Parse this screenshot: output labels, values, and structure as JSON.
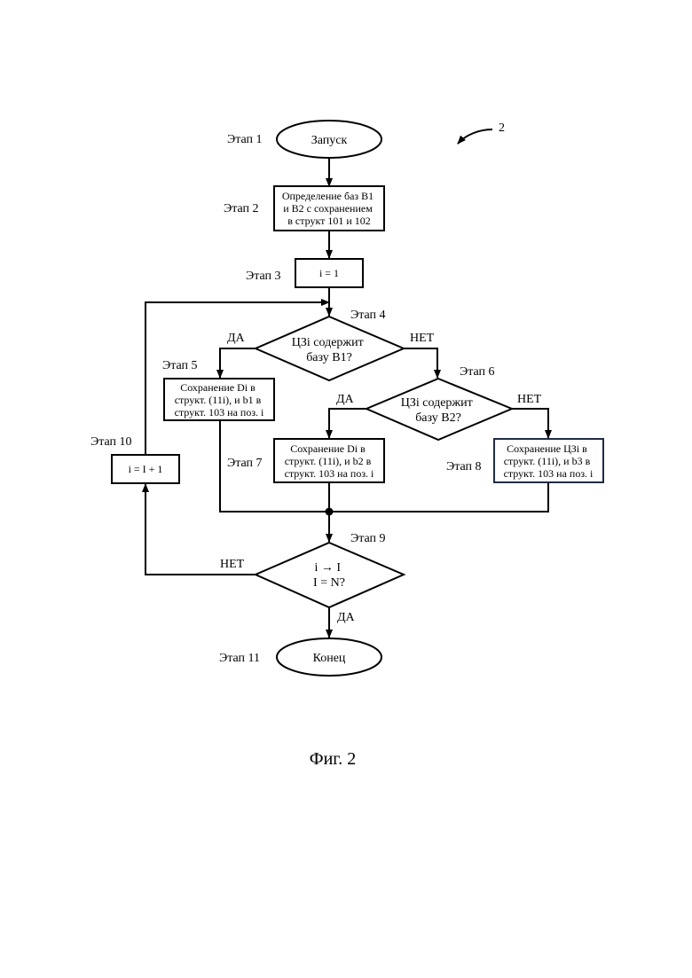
{
  "figure_number": "2",
  "caption": "Фиг. 2",
  "nodes": {
    "start": {
      "step": "Этап 1",
      "lines": [
        "Запуск"
      ]
    },
    "s2": {
      "step": "Этап 2",
      "lines": [
        "Определение баз B1",
        "и B2 с сохранением",
        "в структ 101 и 102"
      ]
    },
    "s3": {
      "step": "Этап 3",
      "lines": [
        "i = 1"
      ]
    },
    "d4": {
      "step": "Этап 4",
      "lines": [
        "ЦЗi содержит",
        "базу B1?"
      ]
    },
    "s5": {
      "step": "Этап 5",
      "lines": [
        "Сохранение Di в",
        "структ. (11i), и b1 в",
        "структ. 103 на поз. i"
      ]
    },
    "d6": {
      "step": "Этап 6",
      "lines": [
        "ЦЗi содержит",
        "базу B2?"
      ]
    },
    "s7": {
      "step": "Этап 7",
      "lines": [
        "Сохранение Di в",
        "структ. (11i), и b2 в",
        "структ. 103 на поз. i"
      ]
    },
    "s8": {
      "step": "Этап 8",
      "lines": [
        "Сохранение ЦЗi в",
        "структ. (11i), и b3 в",
        "структ. 103 на поз. i"
      ]
    },
    "d9": {
      "step": "Этап 9",
      "lines": [
        "i → I",
        "I = N?"
      ]
    },
    "s10": {
      "step": "Этап 10",
      "lines": [
        "i = I + 1"
      ]
    },
    "end": {
      "step": "Этап 11",
      "lines": [
        "Конец"
      ]
    }
  },
  "edge_labels": {
    "d4_yes": "ДА",
    "d4_no": "НЕТ",
    "d6_yes": "ДА",
    "d6_no": "НЕТ",
    "d9_no": "НЕТ",
    "d9_yes": "ДА"
  }
}
